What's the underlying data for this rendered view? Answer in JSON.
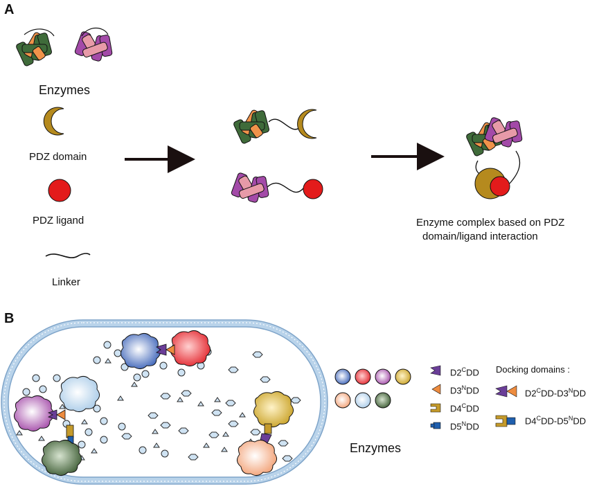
{
  "panel_a": {
    "label": "A",
    "enzymes_label": "Enzymes",
    "pdz_domain_label": "PDZ domain",
    "pdz_ligand_label": "PDZ ligand",
    "linker_label": "Linker",
    "complex_label_line1": "Enzyme complex based on PDZ",
    "complex_label_line2": "domain/ligand interaction"
  },
  "panel_b": {
    "label": "B",
    "enzymes_label": "Enzymes",
    "docking_title": "Docking domains :",
    "legend": [
      {
        "base": "D2",
        "sup": "C",
        "rest": "DD"
      },
      {
        "base": "D3",
        "sup": "N",
        "rest": "DD"
      },
      {
        "base": "D4",
        "sup": "C",
        "rest": "DD"
      },
      {
        "base": "D5",
        "sup": "N",
        "rest": "DD"
      }
    ],
    "pairs": [
      {
        "a": "D2",
        "asup": "C",
        "b": "DD-D3",
        "bsup": "N",
        "c": "DD"
      },
      {
        "a": "D4",
        "asup": "C",
        "b": "DD-D5",
        "bsup": "N",
        "c": "DD"
      }
    ]
  },
  "colors": {
    "dark_green": "#3f6b3a",
    "orange": "#f0934a",
    "purple": "#a34aa8",
    "pink": "#e79aa8",
    "pdz_domain": "#b58a1e",
    "pdz_ligand": "#e31b1b",
    "membrane": "#b9d3ea",
    "cell_interior": "#ffffff",
    "blue": "#3c63b8",
    "red": "#e3262e",
    "light_blue": "#cfe3f3",
    "gold": "#c9a227",
    "salmon": "#f2a074",
    "olive": "#5f7a53",
    "dock_purple": "#6a3e98",
    "dock_orange": "#ee8c3f",
    "dock_gold": "#c49a2b",
    "dock_blue": "#1f5fae"
  }
}
